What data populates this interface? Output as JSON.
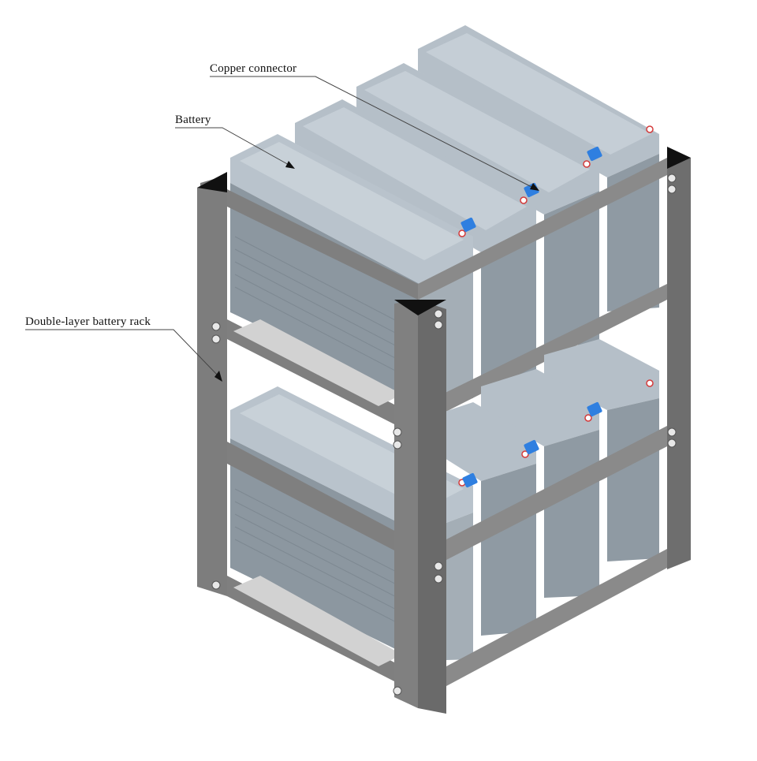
{
  "labels": {
    "copper_connector": "Copper connector",
    "battery": "Battery",
    "rack": "Double-layer battery rack"
  },
  "colors": {
    "battery_top": "#b9c3cc",
    "battery_top_light": "#c8d1d8",
    "battery_front": "#8f9aa3",
    "battery_side": "#a4aeb6",
    "rack_front": "#7f7f7f",
    "rack_side": "#666666",
    "rack_dark": "#555555",
    "connector": "#2f7fe0",
    "terminal": "#d43a3a",
    "leader": "#444444",
    "label_text": "#111111"
  },
  "icons": [
    "bolt-icon",
    "positive-terminal-icon"
  ]
}
